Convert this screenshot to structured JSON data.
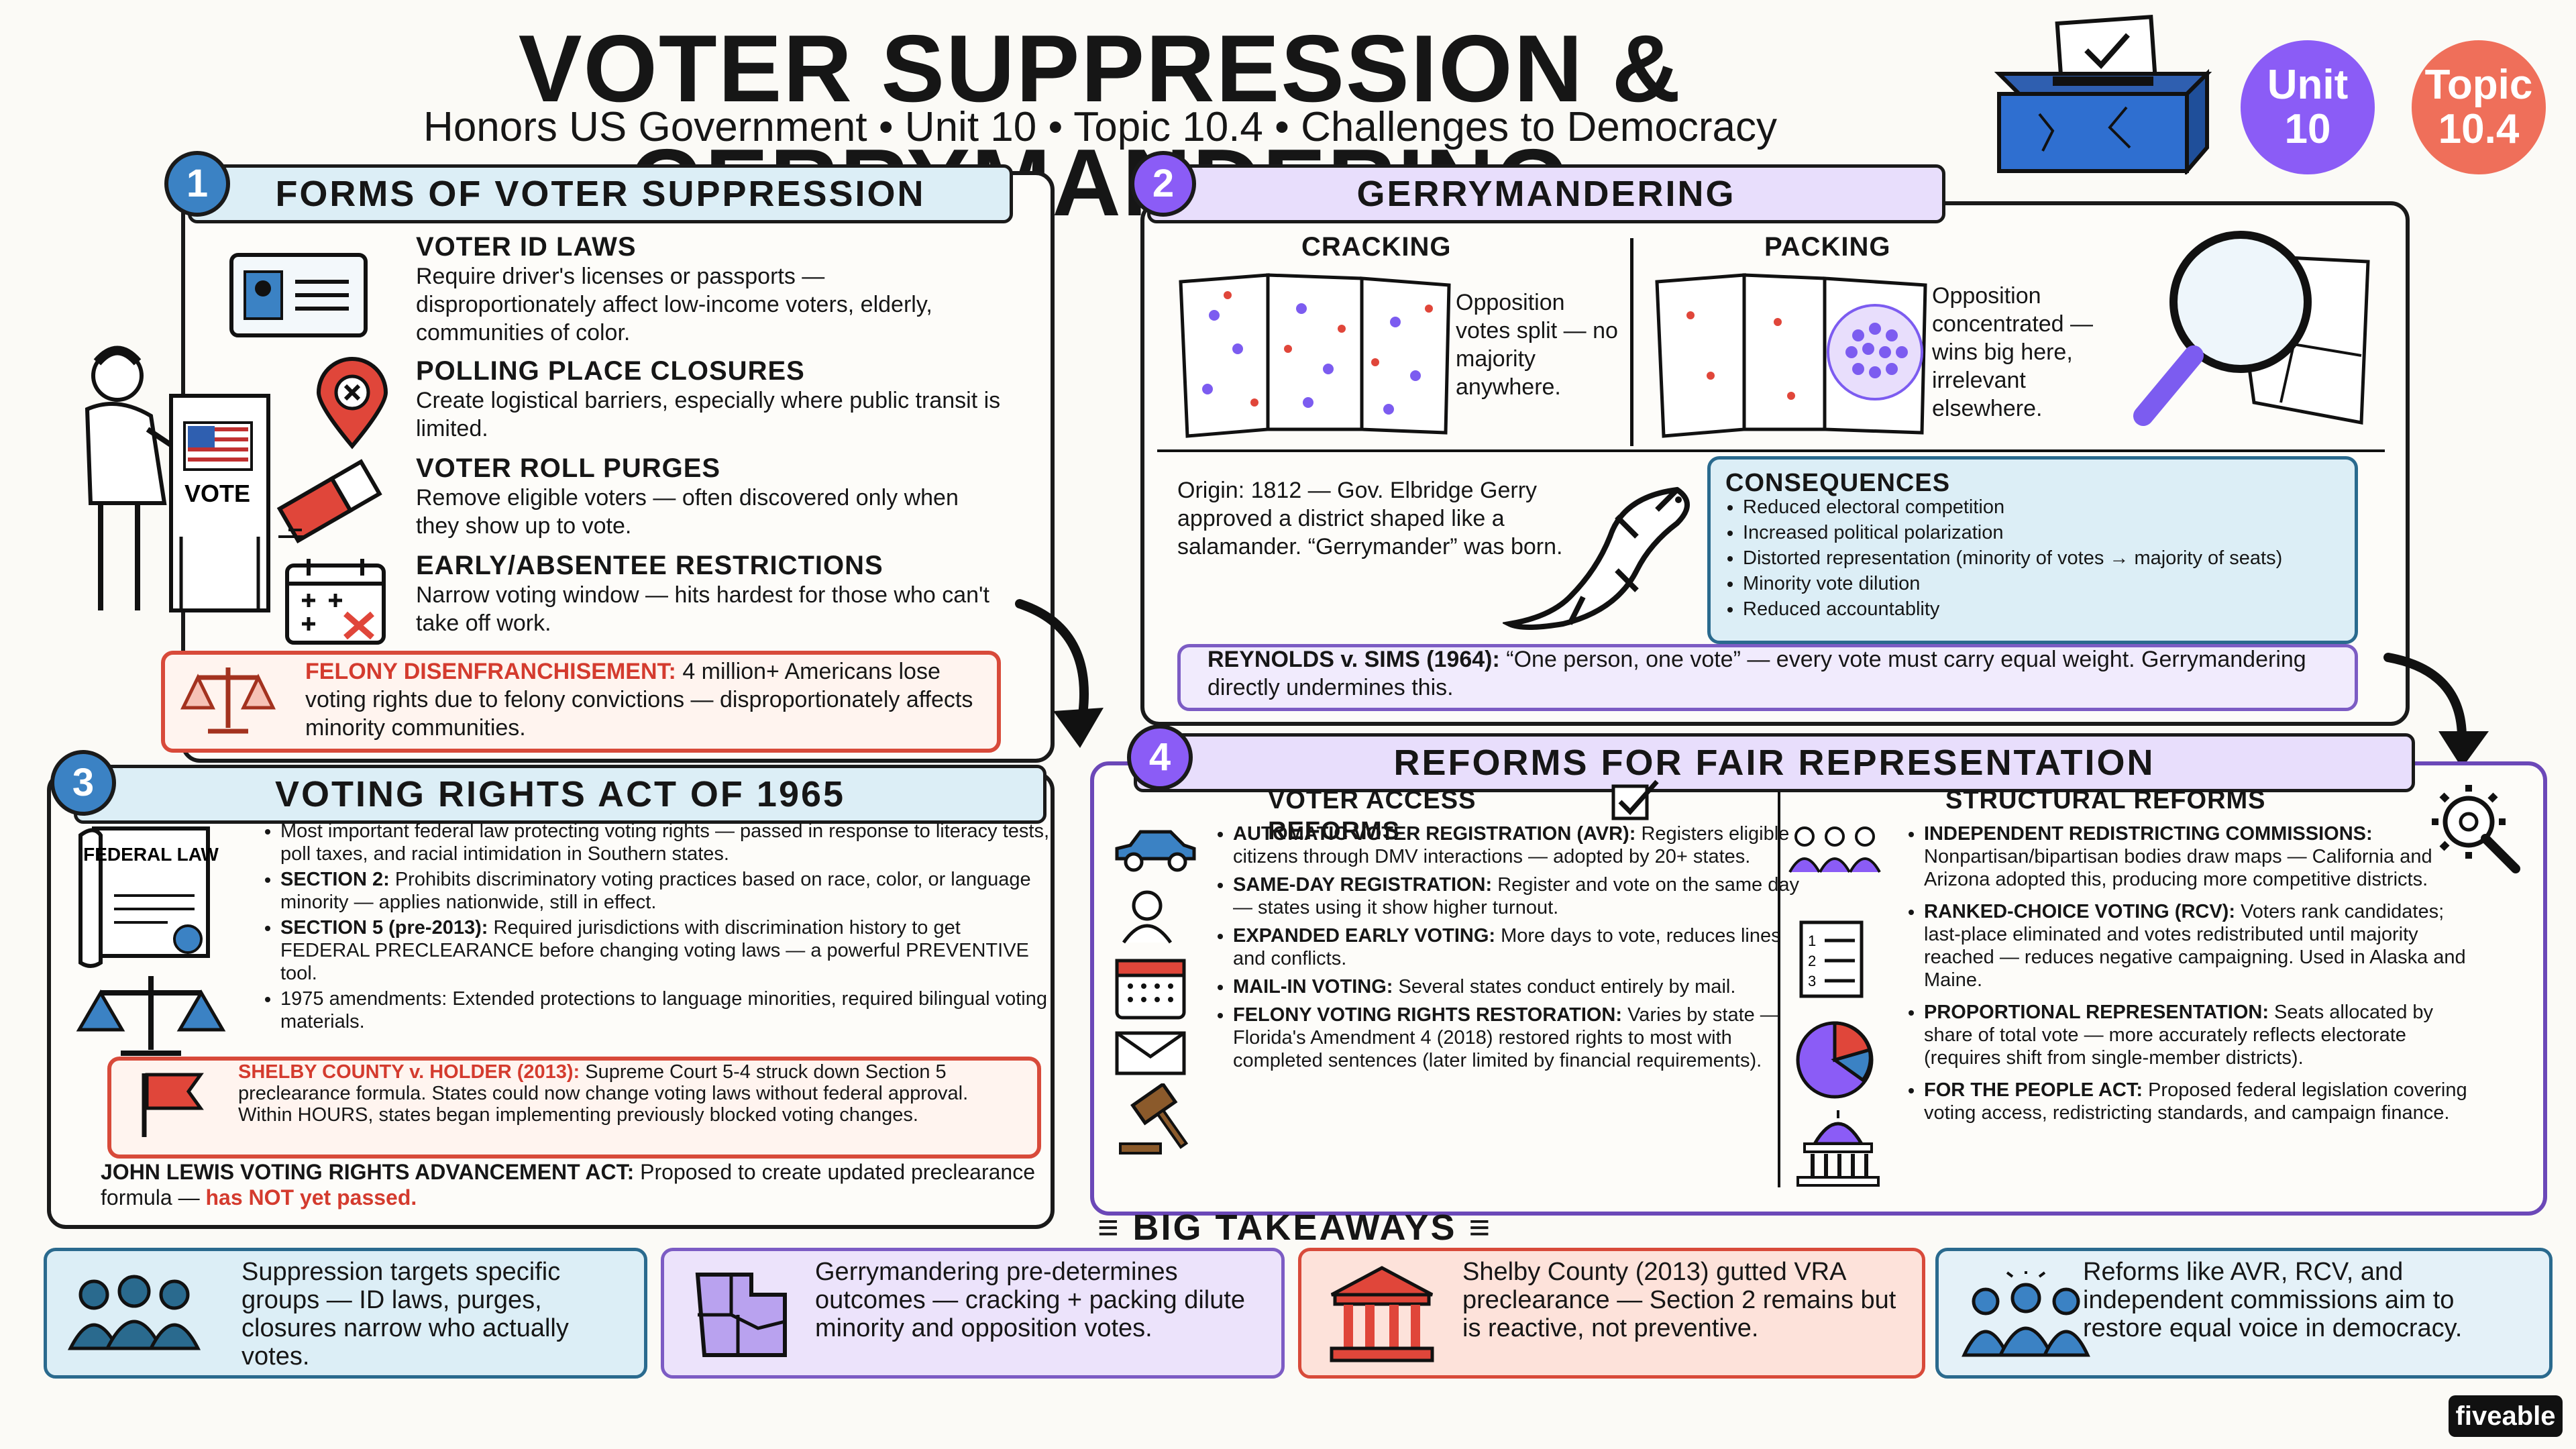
{
  "header": {
    "title": "VOTER SUPPRESSION & GERRYMANDERING",
    "subtitle": "Honors US Government • Unit 10 • Topic 10.4 • Challenges to Democracy",
    "unit_badge": [
      "Unit",
      "10"
    ],
    "topic_badge": [
      "Topic",
      "10.4"
    ]
  },
  "section1": {
    "number": "1",
    "title": "FORMS OF VOTER SUPPRESSION",
    "vote_label": "VOTE",
    "items": [
      {
        "heading": "VOTER ID LAWS",
        "text": "Require driver's licenses or passports — disproportionately affect low-income voters, elderly, communities of color."
      },
      {
        "heading": "POLLING PLACE CLOSURES",
        "text": "Create logistical barriers, especially where public transit is limited."
      },
      {
        "heading": "VOTER ROLL PURGES",
        "text": "Remove eligible voters — often discovered only when they show up to vote."
      },
      {
        "heading": "EARLY/ABSENTEE RESTRICTIONS",
        "text": "Narrow voting window — hits hardest for those who can't take off work."
      }
    ],
    "felony": {
      "heading": "FELONY DISENFRANCHISEMENT:",
      "text": "4 million+ Americans lose voting rights due to felony convictions — disproportionately affects minority communities."
    }
  },
  "section2": {
    "number": "2",
    "title": "GERRYMANDERING",
    "cracking": {
      "label": "CRACKING",
      "text": "Opposition votes split — no majority anywhere."
    },
    "packing": {
      "label": "PACKING",
      "text": "Opposition concentrated — wins big here, irrelevant elsewhere."
    },
    "origin": "Origin: 1812 — Gov. Elbridge Gerry approved a district shaped like a salamander. “Gerrymander” was born.",
    "consequences": {
      "heading": "CONSEQUENCES",
      "items": [
        "Reduced electoral competition",
        "Increased political polarization",
        "Distorted representation (minority of votes → majority of seats)",
        "Minority vote dilution",
        "Reduced accountablity"
      ]
    },
    "reynolds": {
      "heading": "REYNOLDS v. SIMS (1964):",
      "text": "“One person, one vote” — every vote must carry equal weight. Gerrymandering directly undermines this."
    }
  },
  "section3": {
    "number": "3",
    "title": "VOTING RIGHTS ACT OF 1965",
    "doc_label": "FEDERAL LAW",
    "bullets": [
      {
        "bold": "",
        "text": "Most important federal law protecting voting rights — passed in response to literacy tests, poll taxes, and racial intimidation in Southern states."
      },
      {
        "bold": "SECTION 2:",
        "text": "Prohibits discriminatory voting practices based on race, color, or language minority — applies nationwide, still in effect."
      },
      {
        "bold": "SECTION 5 (pre-2013):",
        "text": "Required jurisdictions with discrimination history to get FEDERAL PRECLEARANCE before changing voting laws — a powerful PREVENTIVE tool."
      },
      {
        "bold": "",
        "text": "1975 amendments: Extended protections to language minorities, required bilingual voting materials."
      }
    ],
    "shelby": {
      "heading": "SHELBY COUNTY v. HOLDER (2013):",
      "text": "Supreme Court 5-4 struck down Section 5 preclearance formula. States could now change voting laws without federal approval. Within HOURS, states began implementing previously blocked voting changes."
    },
    "john_lewis": {
      "heading": "JOHN LEWIS VOTING RIGHTS ADVANCEMENT ACT:",
      "text": "Proposed to create updated preclearance formula —",
      "highlight": "has NOT yet passed."
    }
  },
  "section4": {
    "number": "4",
    "title": "REFORMS FOR FAIR REPRESENTATION",
    "access": {
      "heading": "VOTER ACCESS REFORMS",
      "items": [
        {
          "bold": "AUTOMATIC VOTER REGISTRATION (AVR):",
          "text": "Registers eligible citizens through DMV interactions — adopted by 20+ states."
        },
        {
          "bold": "SAME-DAY REGISTRATION:",
          "text": "Register and vote on the same day — states using it show higher turnout."
        },
        {
          "bold": "EXPANDED EARLY VOTING:",
          "text": "More days to vote, reduces lines and conflicts."
        },
        {
          "bold": "MAIL-IN VOTING:",
          "text": "Several states conduct entirely by mail."
        },
        {
          "bold": "FELONY VOTING RIGHTS RESTORATION:",
          "text": "Varies by state — Florida's Amendment 4 (2018) restored rights to most with completed sentences (later limited by financial requirements)."
        }
      ]
    },
    "structural": {
      "heading": "STRUCTURAL REFORMS",
      "items": [
        {
          "bold": "INDEPENDENT REDISTRICTING COMMISSIONS:",
          "text": "Nonpartisan/bipartisan bodies draw maps — California and Arizona adopted this, producing more competitive districts."
        },
        {
          "bold": "RANKED-CHOICE VOTING (RCV):",
          "text": "Voters rank candidates; last-place eliminated and votes redistributed until majority reached — reduces negative campaigning. Used in Alaska and Maine."
        },
        {
          "bold": "PROPORTIONAL REPRESENTATION:",
          "text": "Seats allocated by share of total vote — more accurately reflects electorate (requires shift from single-member districts)."
        },
        {
          "bold": "FOR THE PEOPLE ACT:",
          "text": "Proposed federal legislation covering voting access, redistricting standards, and campaign finance."
        }
      ]
    }
  },
  "takeaways": {
    "heading": "BIG TAKEAWAYS",
    "items": [
      {
        "text": "Suppression targets specific groups — ID laws, purges, closures narrow who actually votes.",
        "icon": "people-icon",
        "color": "#2a6a8e",
        "bg": "#dceef6"
      },
      {
        "text": "Gerrymandering pre-determines outcomes — cracking + packing dilute minority and opposition votes.",
        "icon": "district-map-icon",
        "color": "#7c5cc4",
        "bg": "#ece3fb"
      },
      {
        "text": "Shelby County (2013) gutted VRA preclearance — Section 2 remains but is reactive, not preventive.",
        "icon": "courthouse-icon",
        "color": "#d84a3a",
        "bg": "#fde2da"
      },
      {
        "text": "Reforms like AVR, RCV, and independent commissions aim to restore equal voice in democracy.",
        "icon": "community-icon",
        "color": "#2a6a8e",
        "bg": "#e4f1f8"
      }
    ]
  },
  "brand": "fiveable"
}
